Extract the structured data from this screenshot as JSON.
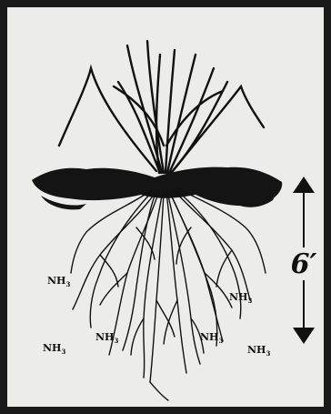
{
  "diagram": {
    "depth_label": "6′",
    "ammonia_labels": [
      {
        "id": "nh-1",
        "base": "NH",
        "sub": "3"
      },
      {
        "id": "nh-2",
        "base": "NH",
        "sub": "3"
      },
      {
        "id": "nh-3",
        "base": "NH",
        "sub": "3"
      },
      {
        "id": "nh-4",
        "base": "NH",
        "sub": "3"
      },
      {
        "id": "nh-5",
        "base": "NH",
        "sub": "3"
      },
      {
        "id": "nh-6",
        "base": "NH",
        "sub": "3"
      }
    ]
  },
  "colors": {
    "frame": "#1a1a1a",
    "paper": "#ececea",
    "ink": "#111111"
  }
}
